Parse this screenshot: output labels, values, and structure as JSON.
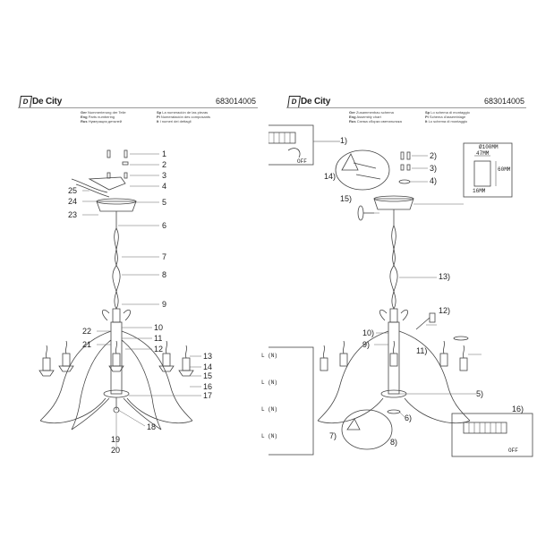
{
  "brand": "De City",
  "model_code": "683014005",
  "legend_left": {
    "ger": "Nummerierung der Teile",
    "eng": "Parts numbering",
    "rus": "Нумерация деталей",
    "sp": "La numeración de las piezas",
    "pl": "Numeratación des composants",
    "it": "I numeri dei dettagli"
  },
  "legend_right": {
    "ger": "Zusammenbau schema",
    "eng": "Assembly chart",
    "rus": "Схема сборки светильника",
    "sp": "Lo schema di montaggio",
    "pl": "Schema d'assemblage",
    "it": "Lo schema di montaggio"
  },
  "lang_codes": {
    "ger": "Ger",
    "eng": "Eng",
    "rus": "Rus",
    "sp": "Sp",
    "pl": "Pl",
    "it": "It"
  },
  "parts_left": [
    "1",
    "2",
    "3",
    "4",
    "5",
    "6",
    "7",
    "8",
    "9",
    "10",
    "11",
    "12",
    "13",
    "14",
    "15",
    "16",
    "17",
    "18",
    "19",
    "20",
    "21",
    "22",
    "23",
    "24",
    "25"
  ],
  "parts_right": [
    "1)",
    "2)",
    "3)",
    "4)",
    "5)",
    "6)",
    "7)",
    "8)",
    "9)",
    "10)",
    "11)",
    "12)",
    "13)",
    "14)",
    "15)",
    "16)"
  ],
  "dimensions": {
    "diameter": "Ø100MM",
    "d1": "47MM",
    "d2": "60MM",
    "d3": "16MM"
  },
  "wiring_labels": [
    "L (N)",
    "L (N)",
    "L (N)",
    "L (N)"
  ],
  "off_label": "OFF"
}
